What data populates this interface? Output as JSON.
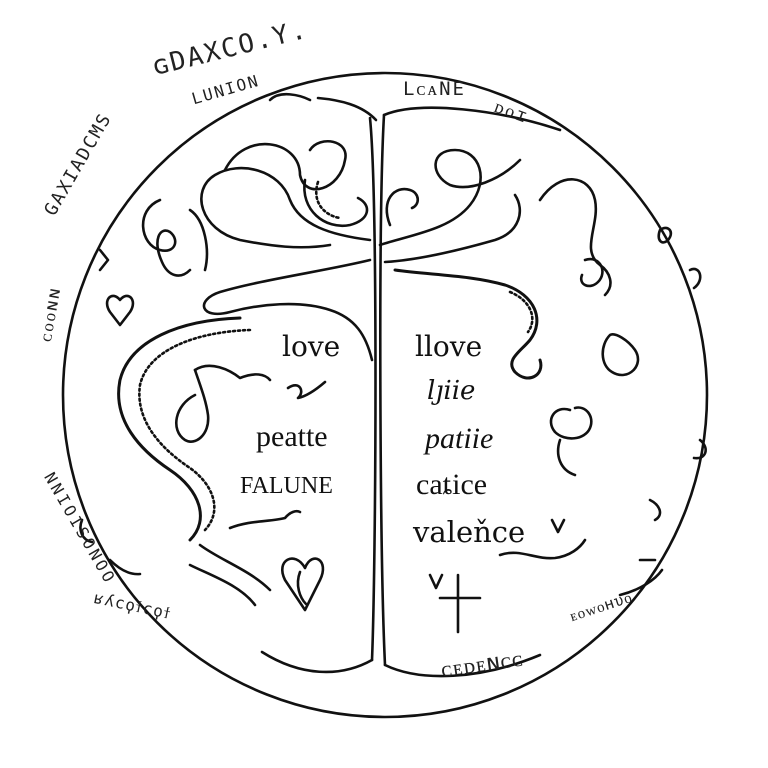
{
  "left_words": {
    "word1": "love",
    "word2": "peatte",
    "word3": "FALUNE"
  },
  "right_words": {
    "word1": "llove",
    "word2": "lȷiie",
    "word3": "patiie",
    "word4": "caȶice",
    "word5": "valeňce"
  },
  "surrounding_scrawl": [
    "ɢDAXCO.Y.",
    "LUNION",
    "GAXIADCMS",
    "NNIOISONOO",
    "ʁʎϲϙϯϲϙϯ",
    "LᴄᴀNE",
    "ᴅᴏɪ",
    "ᴇᴏᴡᴏʜυᴏ",
    "ᴄᴇᴅᴇɴᴄᴄ",
    "ᴄᴏᴏɴɴ"
  ],
  "colors": {
    "ink": "#111111",
    "paper": "#ffffff"
  }
}
